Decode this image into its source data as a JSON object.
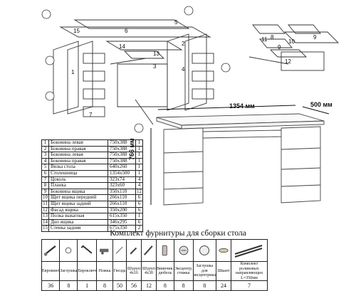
{
  "dimensions": {
    "width": "1354 мм",
    "depth": "500 мм",
    "height": "766 мм"
  },
  "diagram_numbers": [
    "15",
    "6",
    "5",
    "14",
    "13",
    "1",
    "3",
    "2",
    "4",
    "7",
    "11",
    "9",
    "10",
    "12",
    "8"
  ],
  "parts": [
    {
      "n": "1",
      "name": "Боковина левая",
      "size": "750x388",
      "qty": "1"
    },
    {
      "n": "2",
      "name": "Боковина правая",
      "size": "750x388",
      "qty": "1"
    },
    {
      "n": "3",
      "name": "Боковина левая",
      "size": "750x388",
      "qty": "1"
    },
    {
      "n": "4",
      "name": "Боковина правая",
      "size": "750x388",
      "qty": "1"
    },
    {
      "n": "5",
      "name": "Вязка стола",
      "size": "640x260",
      "qty": "1"
    },
    {
      "n": "6",
      "name": "Столешница",
      "size": "1354x500",
      "qty": "1"
    },
    {
      "n": "7",
      "name": "Цоколь",
      "size": "323x74",
      "qty": "4"
    },
    {
      "n": "8",
      "name": "Планка",
      "size": "323x60",
      "qty": "4"
    },
    {
      "n": "9",
      "name": "Боковина ящика",
      "size": "350x110",
      "qty": "12"
    },
    {
      "n": "10",
      "name": "Щит ящика передний",
      "size": "266x110",
      "qty": "6"
    },
    {
      "n": "11",
      "name": "Щит ящика задний",
      "size": "266x110",
      "qty": "6"
    },
    {
      "n": "12",
      "name": "Фасад ящика",
      "size": "350x200",
      "qty": "6"
    },
    {
      "n": "13",
      "name": "Полка выкатная",
      "size": "615x350",
      "qty": "1"
    },
    {
      "n": "14",
      "name": "Дно ящика",
      "size": "346x295",
      "qty": "6"
    },
    {
      "n": "15",
      "name": "Стенка задняя",
      "size": "675x350",
      "qty": "2"
    }
  ],
  "hardware": {
    "title": "Комплект фурнитуры для сборки стола",
    "items": [
      {
        "label": "Евровинт",
        "qty": "36",
        "icon": "eurovint-icon"
      },
      {
        "label": "Заглушка",
        "qty": "8",
        "icon": "cap-icon"
      },
      {
        "label": "Евроключ",
        "qty": "1",
        "icon": "hex-key-icon"
      },
      {
        "label": "Ножка",
        "qty": "8",
        "icon": "leg-icon"
      },
      {
        "label": "Гвоздь",
        "qty": "50",
        "icon": "nail-icon"
      },
      {
        "label": "Шуруп 4x16",
        "qty": "56",
        "icon": "screw-short-icon"
      },
      {
        "label": "Шуруп 4x30",
        "qty": "12",
        "icon": "screw-long-icon"
      },
      {
        "label": "Ввинчив. дюбель",
        "qty": "8",
        "icon": "dowel-icon"
      },
      {
        "label": "Эксцентр. стяжка",
        "qty": "8",
        "icon": "eccentric-icon"
      },
      {
        "label": "Заглушка для эксцентрика",
        "qty": "8",
        "icon": "eccentric-cap-icon"
      },
      {
        "label": "Шкант",
        "qty": "24",
        "icon": "wood-pin-icon"
      },
      {
        "label": "Комплект роликовых направляющих L=350мм",
        "qty": "7",
        "icon": "rail-icon"
      }
    ]
  }
}
